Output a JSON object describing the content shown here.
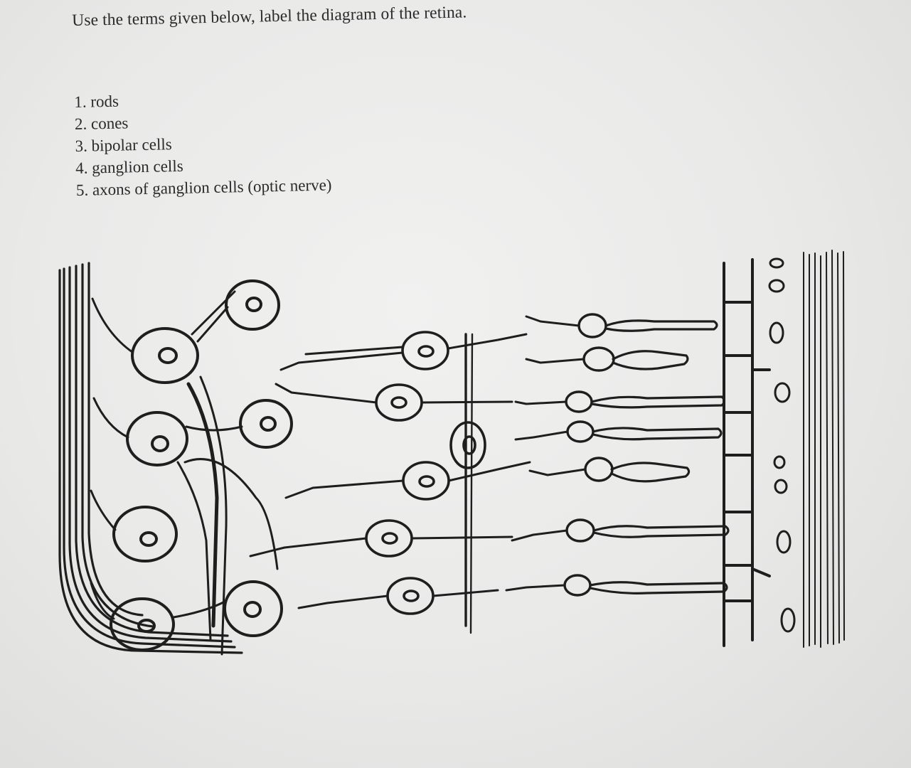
{
  "instruction": "Use the terms given below, label the diagram of the retina.",
  "terms": [
    "1. rods",
    "2. cones",
    "3. bipolar cells",
    "4. ganglion cells",
    "5. axons of ganglion cells (optic nerve)"
  ],
  "diagram": {
    "ink_color": "#1e1e1e",
    "paper_color": "#ececeb"
  }
}
